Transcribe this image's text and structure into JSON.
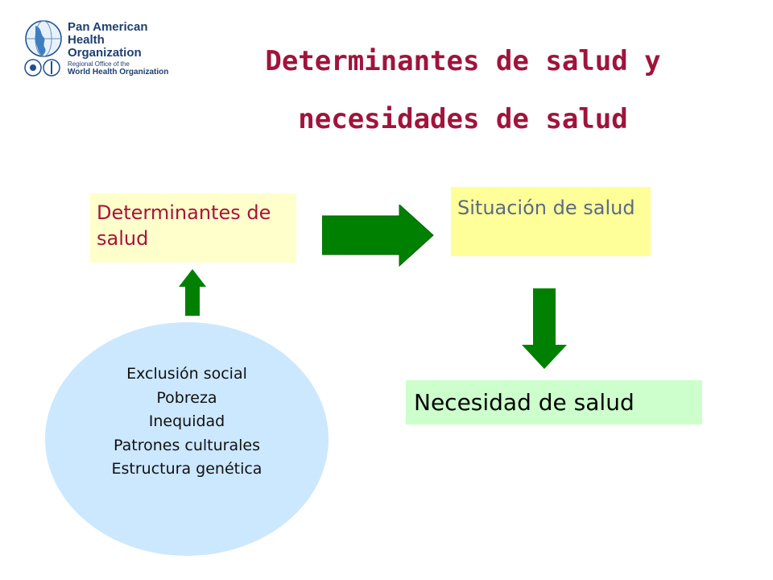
{
  "logo": {
    "name_lines": [
      "Pan American",
      "Health",
      "Organization"
    ],
    "subtitle_line": "Regional Office of the",
    "subtitle_org": "World Health Organization"
  },
  "title": {
    "line1": "Determinantes de salud y",
    "line2": "necesidades de salud"
  },
  "boxes": {
    "determinantes": "Determinantes de salud",
    "situacion": "Situación de salud",
    "necesidad": "Necesidad de salud"
  },
  "factors": [
    "Exclusión social",
    "Pobreza",
    "Inequidad",
    "Patrones culturales",
    "Estructura genética"
  ],
  "colors": {
    "title": "#a0143c",
    "arrow": "#008000",
    "box_determinantes_bg": "#ffffcc",
    "box_situacion_bg": "#ffff99",
    "box_necesidad_bg": "#ccffcc",
    "ellipse_bg": "#cce8ff"
  },
  "icons": [
    "globe-icon",
    "paho-emblem-icon",
    "who-emblem-icon"
  ]
}
